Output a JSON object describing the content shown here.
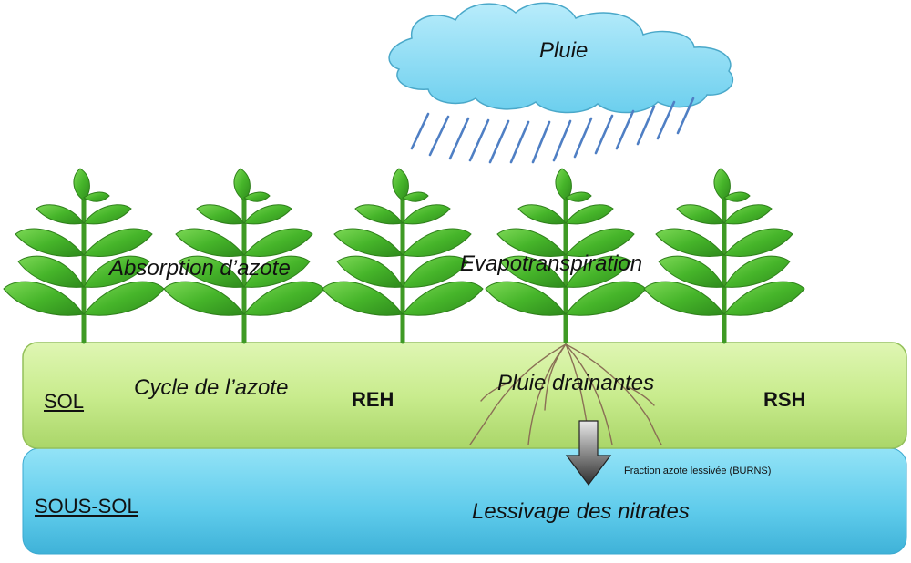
{
  "labels": {
    "rain": "Pluie",
    "absorption": "Absorption d’azote",
    "evapotranspiration": "Evapotranspiration",
    "sol": "SOL",
    "cycle": "Cycle de l’azote",
    "reh": "REH",
    "drainage": "Pluie drainantes",
    "rsh": "RSH",
    "fraction": "Fraction azote lessivée (BURNS)",
    "sous_sol": "SOUS-SOL",
    "leaching": "Lessivage des nitrates"
  },
  "colors": {
    "cloud": "#8fdcf3",
    "rain_streak": "#4f7fc4",
    "soil": "#c9ec8e",
    "subsoil": "#66cdea",
    "leaf": "#49b72a",
    "stem": "#3f9a25",
    "root": "#8a6f55",
    "arrow": "#4a4a4a"
  },
  "icons": {
    "plant": "plant-icon",
    "cloud": "cloud-icon",
    "arrow": "arrow-down-icon"
  }
}
